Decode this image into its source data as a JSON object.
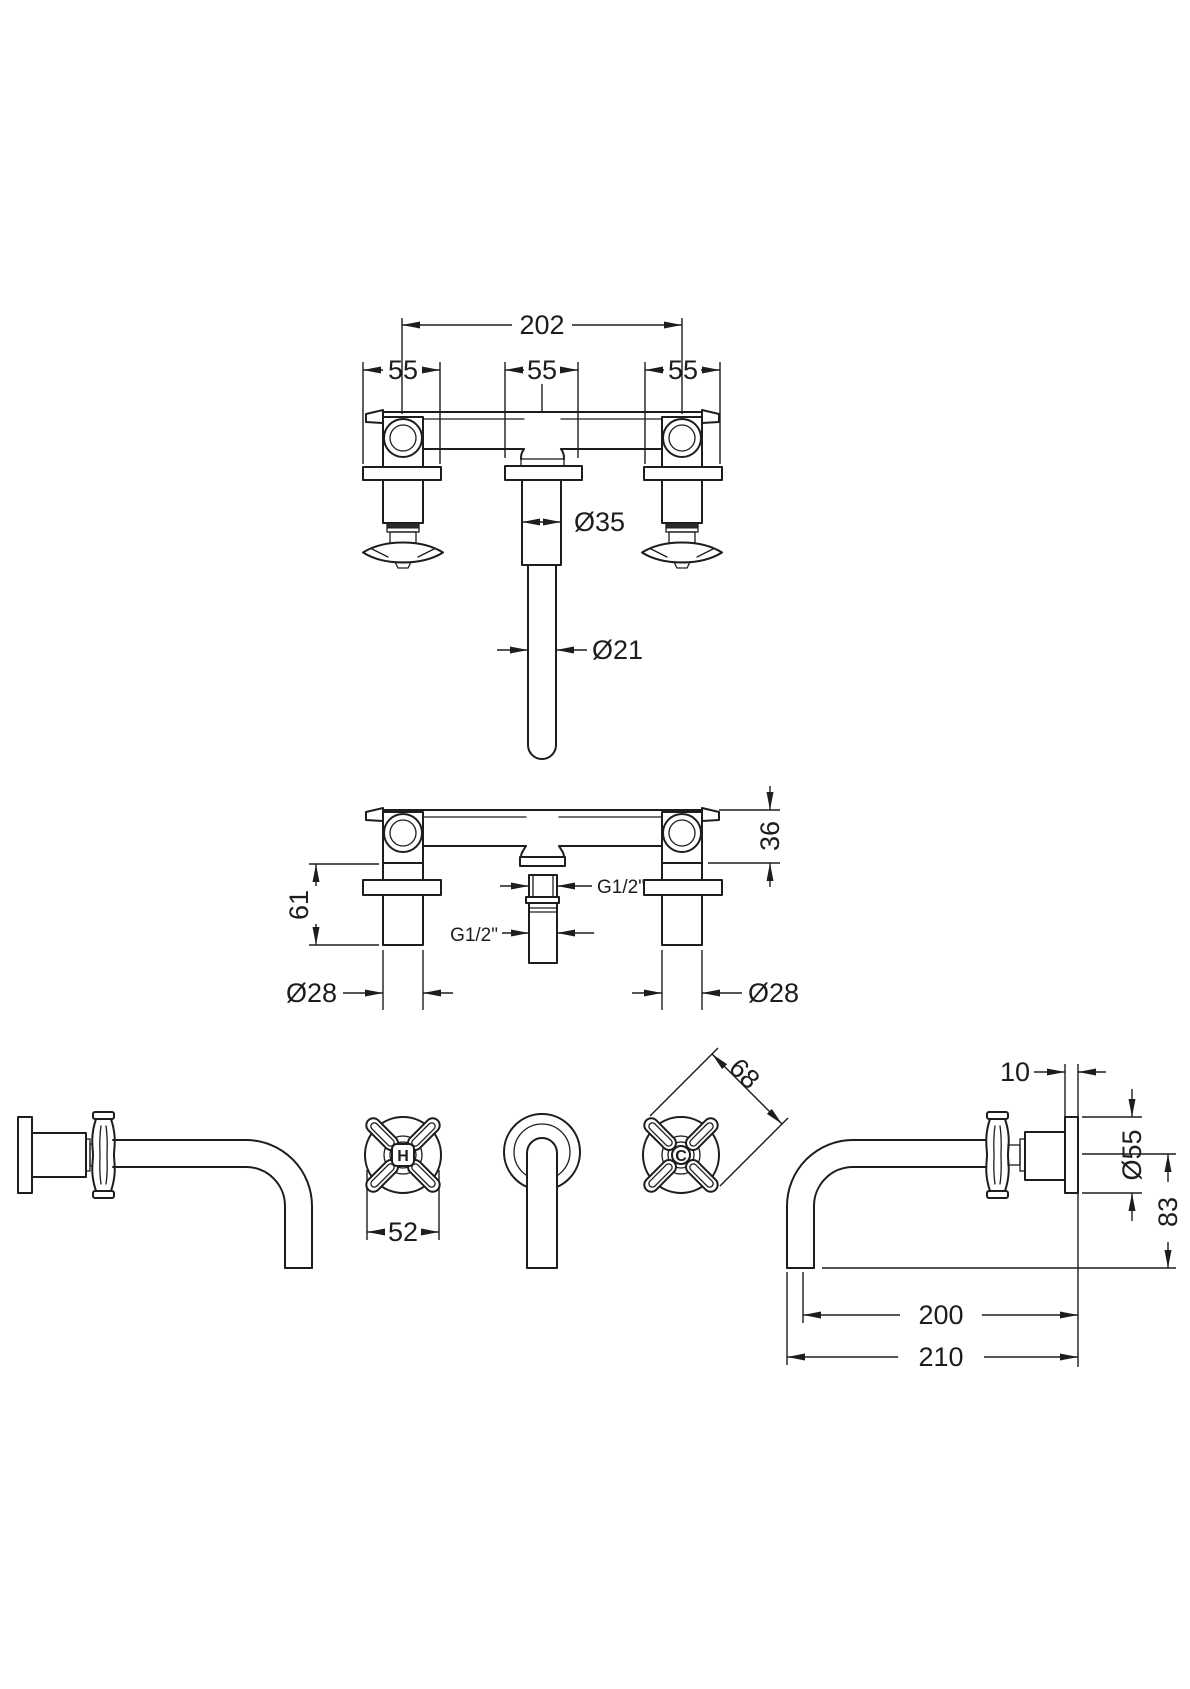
{
  "drawing": {
    "product": "Wall-mounted 3-hole crosshead basin mixer — technical drawing",
    "background": "#ffffff",
    "line_color": "#1d1d1f",
    "views": {
      "plan": {
        "width_overall": "202",
        "width_left_valve": "55",
        "width_spout_base": "55",
        "width_right_valve": "55",
        "dia_spout_base": "Ø35",
        "dia_spout_tube": "Ø21"
      },
      "elevation": {
        "height_body": "36",
        "height_stem": "61",
        "thread_spout_inlet": "G1/2\"",
        "thread_supply_inlet": "G1/2\"",
        "dia_left_stem": "Ø28",
        "dia_right_stem": "Ø28"
      },
      "side": {
        "handle_skirt_width": "52",
        "handle_diagonal": "68",
        "hot_marker": "H",
        "cold_marker": "C",
        "plate_thickness": "10",
        "plate_diameter": "Ø55",
        "spout_drop": "83",
        "spout_reach": "200",
        "spout_reach_overall": "210"
      }
    }
  }
}
